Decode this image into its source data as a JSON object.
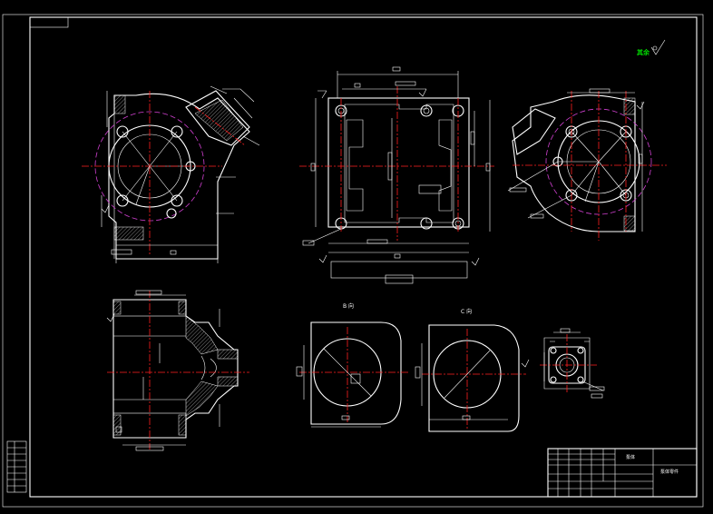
{
  "drawing": {
    "view_label_b": "B 向",
    "view_label_c": "C 向",
    "roughness_note": "其余",
    "title_part_name": "泵体",
    "title_drawing_name": "泵体零件",
    "colors": {
      "background": "#000000",
      "outline": "#ffffff",
      "centerline": "#ff2020",
      "construction": "#d040d0",
      "note": "#00e000"
    }
  }
}
